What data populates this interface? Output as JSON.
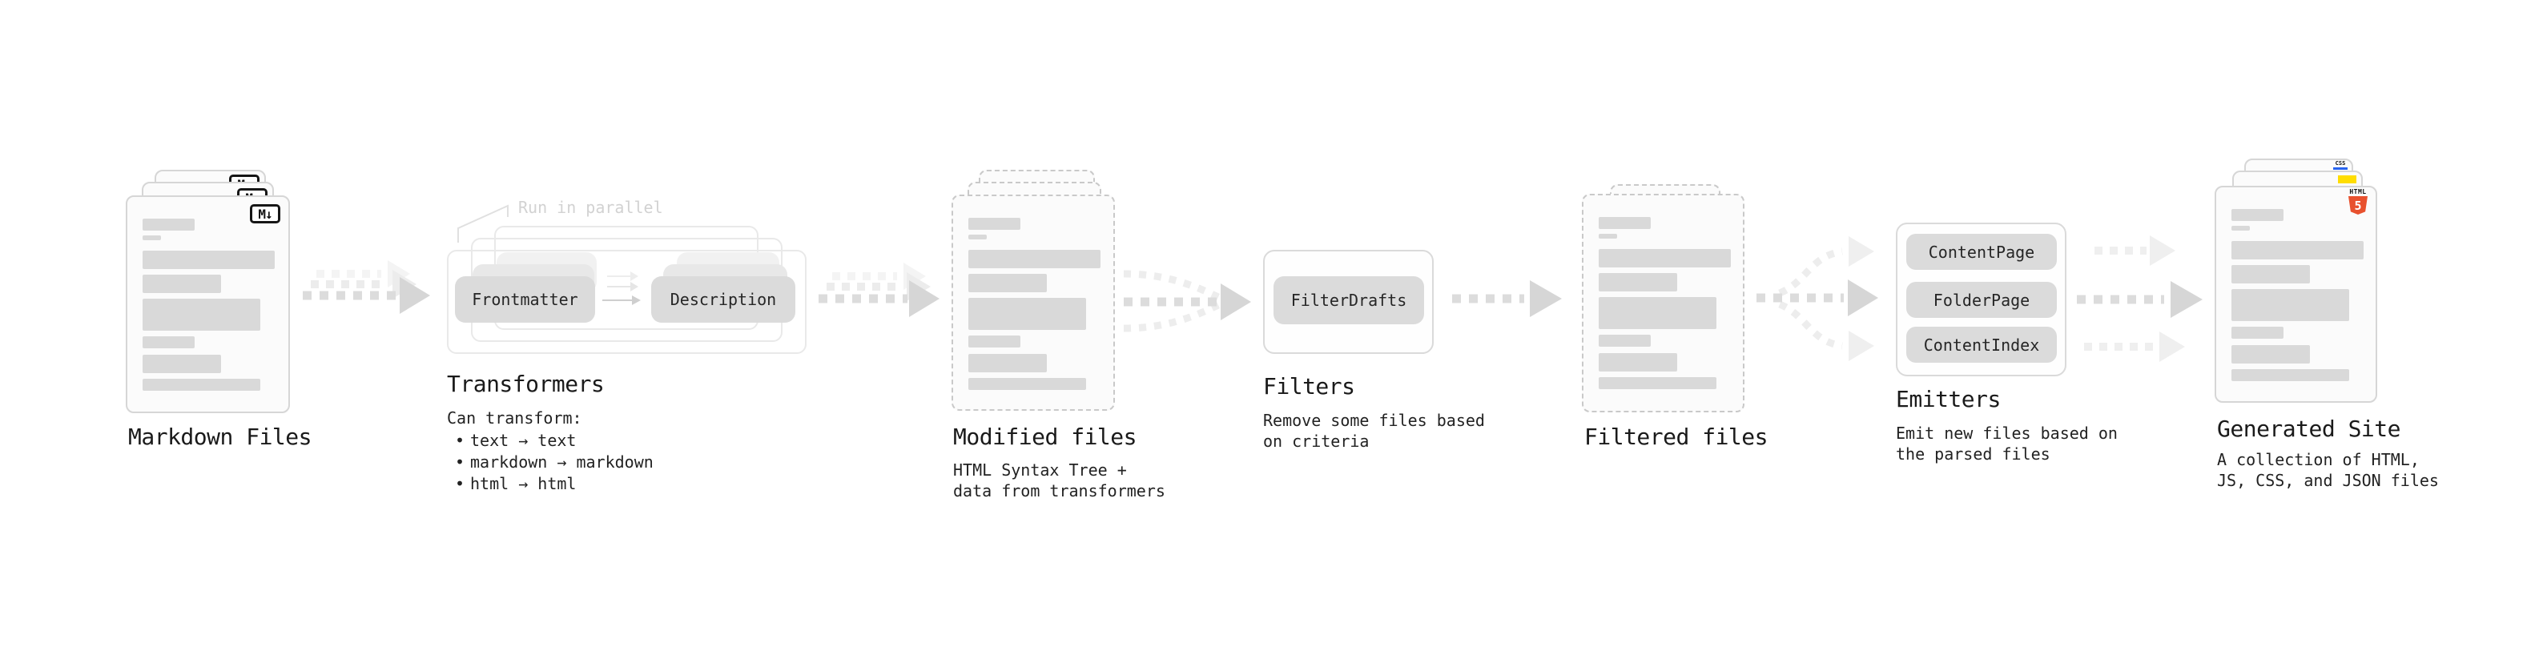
{
  "diagram": {
    "markdown_files": {
      "label": "Markdown Files",
      "icon_text": "M↓"
    },
    "transformers": {
      "note": "Run in parallel",
      "boxes": [
        "Frontmatter",
        "Description"
      ],
      "label": "Transformers",
      "desc_title": "Can transform:",
      "bullet_marker": "•",
      "bullets": [
        "text → text",
        "markdown → markdown",
        "html → html"
      ]
    },
    "modified_files": {
      "label": "Modified files",
      "desc": "HTML Syntax Tree +\ndata from transformers"
    },
    "filters": {
      "box": "FilterDrafts",
      "label": "Filters",
      "desc": "Remove some files based\non criteria"
    },
    "filtered_files": {
      "label": "Filtered files"
    },
    "emitters": {
      "boxes": [
        "ContentPage",
        "FolderPage",
        "ContentIndex"
      ],
      "label": "Emitters",
      "desc": "Emit new files based on\nthe parsed files"
    },
    "generated_site": {
      "label": "Generated Site",
      "desc": "A collection of HTML,\nJS, CSS, and JSON files",
      "css_badge": "CSS",
      "html_badge_title": "HTML",
      "html_badge_number": "5"
    }
  },
  "colors": {
    "html5_orange": "#e8512e",
    "js_yellow": "#ffdd00",
    "css_blue": "#2864f0",
    "skeleton_gray": "#d9d9d9",
    "arrow_gray": "#dcdcdc"
  }
}
